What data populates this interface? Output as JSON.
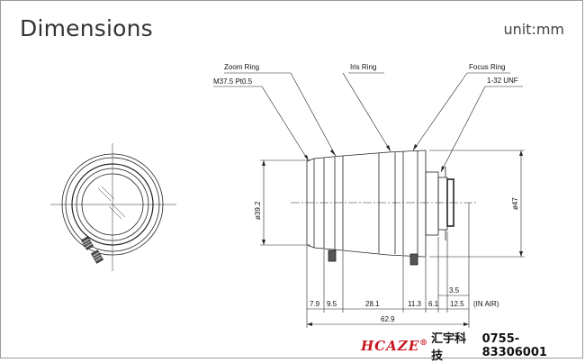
{
  "title": "Dimensions",
  "unit": "unit:mm",
  "callouts": {
    "zoom_ring": "Zoom Ring",
    "mount": "M37.5 Pt0.5",
    "iris_ring": "Iris Ring",
    "focus_ring": "Focus Ring",
    "thread": "1-32 UNF"
  },
  "dimensions": {
    "front_dia": "ø39.2",
    "rear_dia": "ø47",
    "seg1": "7.9",
    "seg2": "9.5",
    "seg3": "28.1",
    "seg4": "11.3",
    "seg5": "6.1",
    "seg6": "12.5",
    "flange": "3.5",
    "in_air": "(IN AIR)",
    "total": "62.9"
  },
  "footer": {
    "logo": "HCAZE",
    "logo_mark": "®",
    "company": "汇宇科技",
    "phone": "0755-83306001"
  },
  "colors": {
    "logo": "#c8141e",
    "line": "#222222"
  }
}
